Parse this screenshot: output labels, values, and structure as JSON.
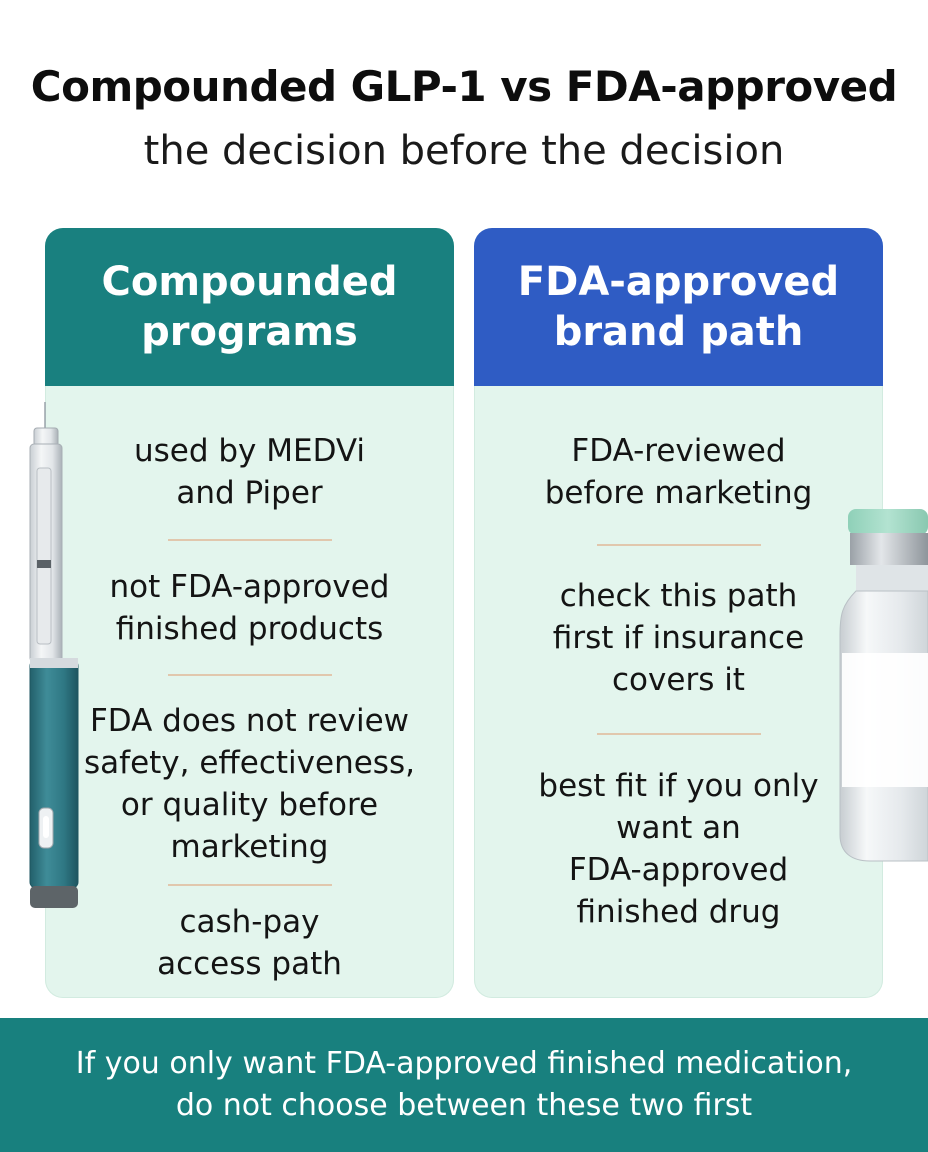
{
  "title": "Compounded GLP-1 vs FDA-approved",
  "subtitle": "the decision before the decision",
  "left_column": {
    "header_line1": "Compounded",
    "header_line2": "programs",
    "items": [
      {
        "line1": "used by MEDVi",
        "line2": "and Piper"
      },
      {
        "line1": "not FDA-approved",
        "line2": "finished products"
      },
      {
        "line1": "FDA does not review",
        "line2": "safety, effectiveness,",
        "line3": "or quality before",
        "line4": "marketing"
      },
      {
        "line1": "cash-pay",
        "line2": "access path"
      }
    ]
  },
  "right_column": {
    "header_line1": "FDA-approved",
    "header_line2": "brand path",
    "items": [
      {
        "line1": "FDA-reviewed",
        "line2": "before marketing"
      },
      {
        "line1": "check this path",
        "line2": "first if insurance",
        "line3": "covers it"
      },
      {
        "line1": "best fit if you only",
        "line2": "want an",
        "line3": "FDA-approved",
        "line4": "finished drug"
      }
    ]
  },
  "banner": {
    "line1": "If you only want FDA-approved finished medication,",
    "line2": "do not choose between these two first"
  },
  "colors": {
    "teal": "#19807f",
    "blue": "#2f5cc4",
    "card_background": "#e3f5ed",
    "divider": "#e1c7ad"
  },
  "icons": {
    "left_decoration": "injection-pen-icon",
    "right_decoration": "medicine-vial-icon"
  }
}
